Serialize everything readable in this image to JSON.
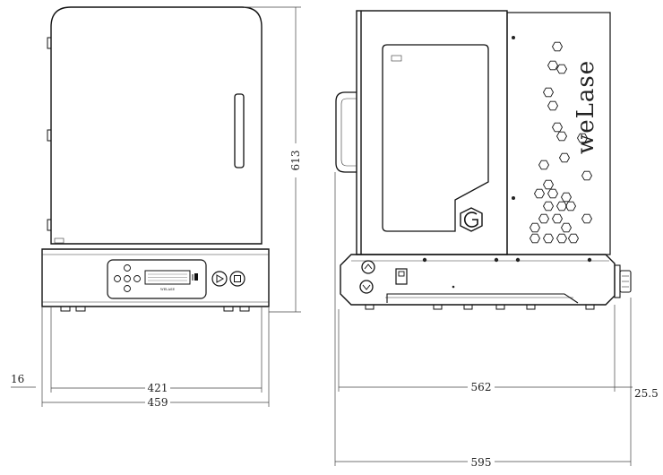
{
  "drawing": {
    "brand_logo": "weLase",
    "front_view": {
      "dims": {
        "height": "613",
        "inner_width": "421",
        "outer_width": "459",
        "foot_offset": "16"
      },
      "panel": {
        "display_brand": "WELASE"
      },
      "icons": [
        "dpad-icon",
        "play-icon",
        "stop-icon",
        "port-icon"
      ]
    },
    "side_view": {
      "dims": {
        "depth": "562",
        "rear_protrusion": "25.5",
        "total_depth": "595"
      },
      "icons": [
        "g-logo-icon",
        "knob-icon",
        "switch-icon",
        "connector-icon"
      ]
    }
  }
}
